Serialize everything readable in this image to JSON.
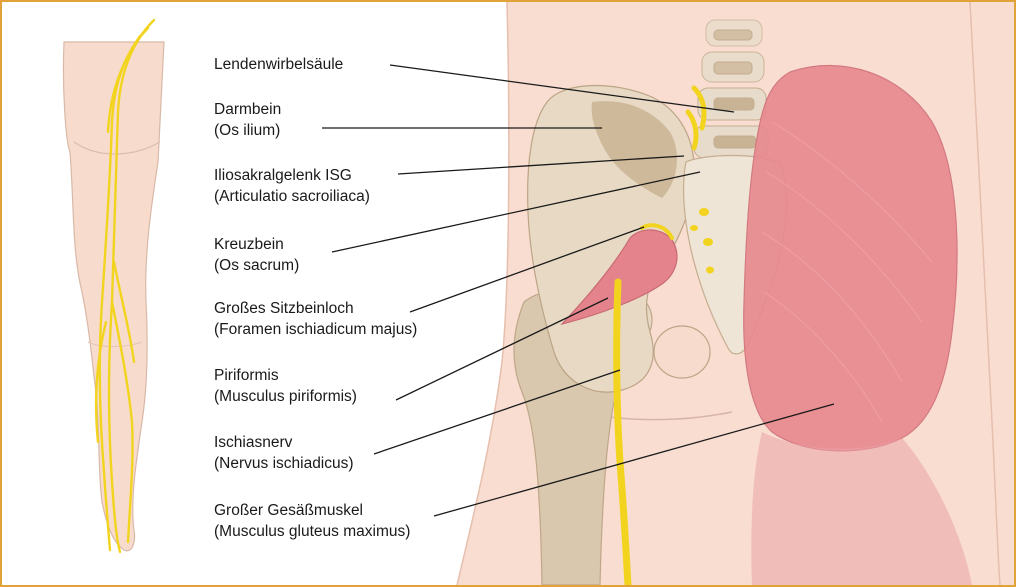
{
  "colors": {
    "frame": "#e2a23a",
    "skin": "#f7dccd",
    "bone": "#e9dcc8",
    "bone_shadow": "#c9b294",
    "muscle": "#e7878f",
    "nerve": "#f2d41f",
    "leader_line": "#1a1a1a"
  },
  "labels": [
    {
      "name": "lendenwirbelsaeule",
      "line1": "Lendenwirbelsäule",
      "line2": ""
    },
    {
      "name": "darmbein",
      "line1": "Darmbein",
      "line2": "(Os ilium)"
    },
    {
      "name": "iliosakralgelenk",
      "line1": "Iliosakralgelenk ISG",
      "line2": "(Articulatio sacroiliaca)"
    },
    {
      "name": "kreuzbein",
      "line1": "Kreuzbein",
      "line2": "(Os sacrum)"
    },
    {
      "name": "grosses-sitzbeinloch",
      "line1": "Großes Sitzbeinloch",
      "line2": "(Foramen ischiadicum majus)"
    },
    {
      "name": "piriformis",
      "line1": "Piriformis",
      "line2": "(Musculus piriformis)"
    },
    {
      "name": "ischiasnerv",
      "line1": "Ischiasnerv",
      "line2": "(Nervus ischiadicus)"
    },
    {
      "name": "grosser-gesaessmuskel",
      "line1": "Großer Gesäßmuskel",
      "line2": "(Musculus gluteus maximus)"
    }
  ]
}
